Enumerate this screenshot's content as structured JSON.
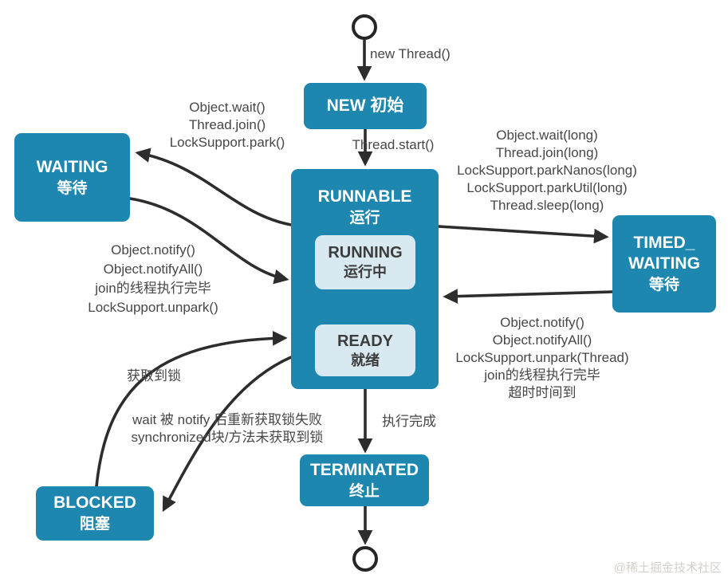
{
  "nodes": {
    "new": {
      "title": "NEW 初始"
    },
    "runnable": {
      "en": "RUNNABLE",
      "zh": "运行"
    },
    "running": {
      "en": "RUNNING",
      "zh": "运行中"
    },
    "ready": {
      "en": "READY",
      "zh": "就绪"
    },
    "waiting": {
      "en": "WAITING",
      "zh": "等待"
    },
    "timed_waiting": {
      "en1": "TIMED_",
      "en2": "WAITING",
      "zh": "等待"
    },
    "blocked": {
      "en": "BLOCKED",
      "zh": "阻塞"
    },
    "terminated": {
      "en": "TERMINATED",
      "zh": "终止"
    }
  },
  "edge_labels": {
    "new_thread": "new Thread()",
    "thread_start": "Thread.start()",
    "runnable_to_waiting": [
      "Object.wait()",
      "Thread.join()",
      "LockSupport.park()"
    ],
    "waiting_to_runnable": [
      "Object.notify()",
      "Object.notifyAll()",
      "join的线程执行完毕",
      "LockSupport.unpark()"
    ],
    "runnable_to_timed_waiting": [
      "Object.wait(long)",
      "Thread.join(long)",
      "LockSupport.parkNanos(long)",
      "LockSupport.parkUtil(long)",
      "Thread.sleep(long)"
    ],
    "timed_waiting_to_runnable": [
      "Object.notify()",
      "Object.notifyAll()",
      "LockSupport.unpark(Thread)",
      "join的线程执行完毕",
      "超时时间到"
    ],
    "blocked_to_runnable": "获取到锁",
    "runnable_to_blocked": [
      "wait 被 notify 后重新获取锁失败",
      "synchronized块/方法未获取到锁"
    ],
    "runnable_to_terminated": "执行完成"
  },
  "watermark": "@稀土掘金技术社区",
  "colors": {
    "state_fill": "#1e87b0",
    "sub_state_fill": "#d9e9f2",
    "arrow": "#2d2d2d",
    "yellow_arrow": "#f5ef7d",
    "label_text": "#474747",
    "state_text": "#ffffff",
    "sub_state_text": "#3c3c3c",
    "watermark_text": "#d3d0cb"
  }
}
